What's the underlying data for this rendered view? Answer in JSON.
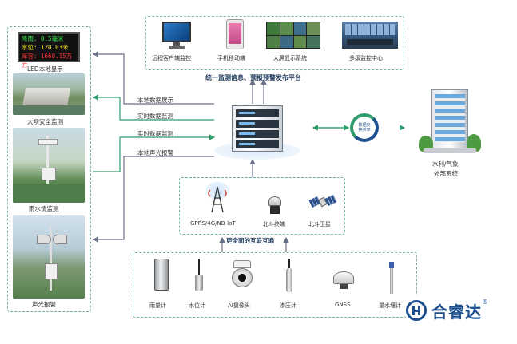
{
  "led_display": {
    "line1": "降雨: 0.5毫米",
    "line2": "水位: 120.03米",
    "line3": "库容: 1668.15万方",
    "caption": "LED本地显示"
  },
  "left_panel": {
    "dam_caption": "大坝安全监测",
    "rain_caption": "雨水情监测",
    "alarm_caption": "声光报警"
  },
  "arrows": {
    "local_display": "本地数据展示",
    "realtime_1": "实时数据监测",
    "realtime_2": "实时数据监测",
    "local_alarm": "本地声光报警"
  },
  "top_platform": {
    "items": [
      "远程客户端监控",
      "手机移动端",
      "大屏显示系统",
      "多级监控中心"
    ],
    "title": "统一监测信息、预报预警发布平台"
  },
  "cycle_label_1": "数据交",
  "cycle_label_2": "换共享",
  "external": {
    "line1": "水利/气象",
    "line2": "外部系统"
  },
  "comm": {
    "items": [
      "GPRS/4G/NB-IoT",
      "北斗终端",
      "北斗卫星"
    ],
    "title": "更全面的互联互通"
  },
  "sensors": {
    "items": [
      "雨量计",
      "水位计",
      "AI摄像头",
      "渗压计",
      "GNSS",
      "量水堰计"
    ]
  },
  "logo": {
    "text": "合睿达",
    "mark": "®",
    "brand_color": "#1d4f8f"
  }
}
